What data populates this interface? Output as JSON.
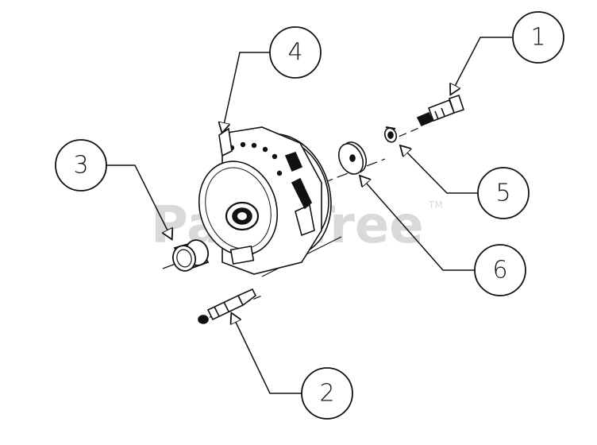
{
  "watermark": {
    "text": "PartsTree",
    "mark": "TM"
  },
  "callouts": [
    {
      "id": "c1",
      "label": "1"
    },
    {
      "id": "c2",
      "label": "2"
    },
    {
      "id": "c3",
      "label": "3"
    },
    {
      "id": "c4",
      "label": "4"
    },
    {
      "id": "c5",
      "label": "5"
    },
    {
      "id": "c6",
      "label": "6"
    }
  ]
}
